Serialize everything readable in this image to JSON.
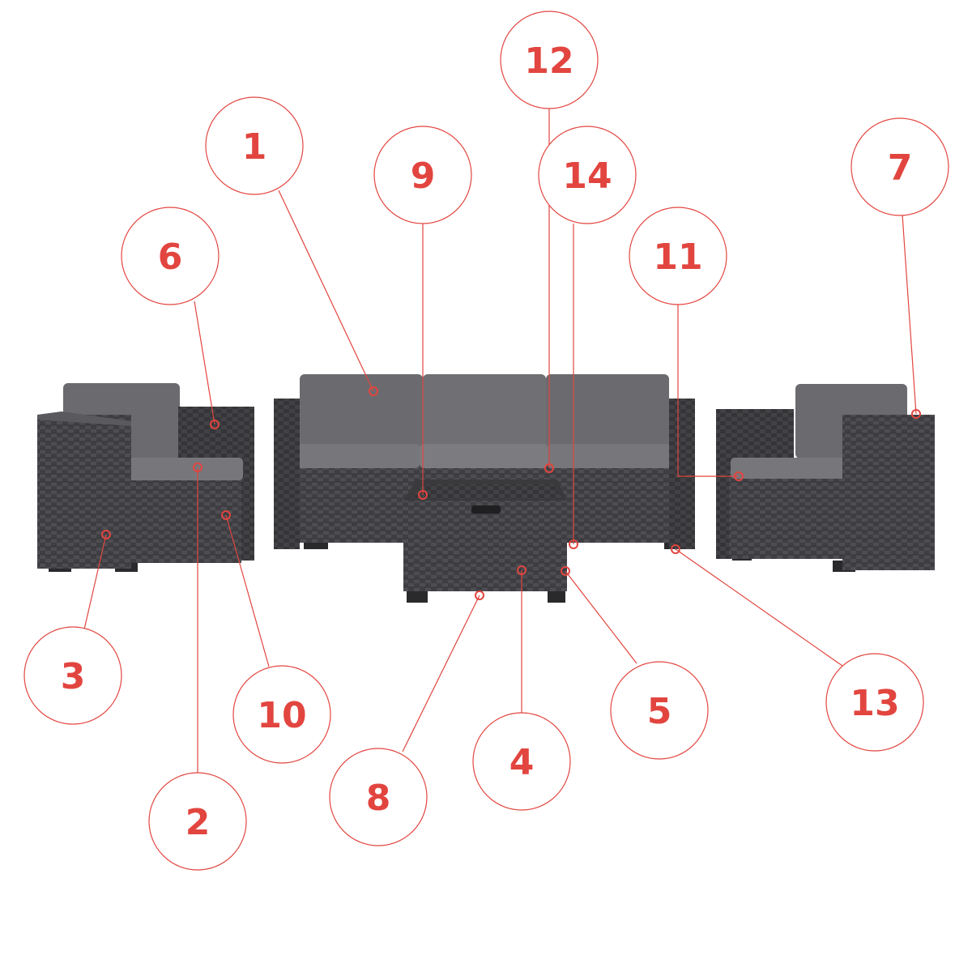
{
  "colors": {
    "accent": "#e2453f",
    "rattan_dark": "#3d3d40",
    "rattan_mid": "#4c4c50",
    "cushion": "#6a6a6e",
    "cushion_light": "#7a7a7e"
  },
  "callouts": [
    {
      "id": "1",
      "label": "1"
    },
    {
      "id": "2",
      "label": "2"
    },
    {
      "id": "3",
      "label": "3"
    },
    {
      "id": "4",
      "label": "4"
    },
    {
      "id": "5",
      "label": "5"
    },
    {
      "id": "6",
      "label": "6"
    },
    {
      "id": "7",
      "label": "7"
    },
    {
      "id": "8",
      "label": "8"
    },
    {
      "id": "9",
      "label": "9"
    },
    {
      "id": "10",
      "label": "10"
    },
    {
      "id": "11",
      "label": "11"
    },
    {
      "id": "12",
      "label": "12"
    },
    {
      "id": "13",
      "label": "13"
    },
    {
      "id": "14",
      "label": "14"
    }
  ]
}
